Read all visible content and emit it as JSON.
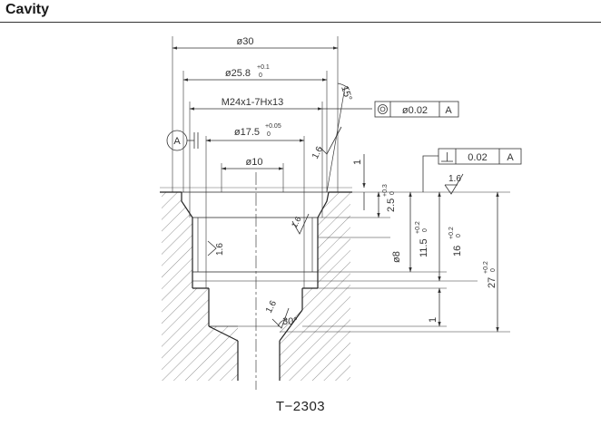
{
  "header": {
    "title": "Cavity"
  },
  "drawing": {
    "dims": {
      "d30": "ø30",
      "d25_8": "ø25.8",
      "d25_8_tol_upper": "+0.1",
      "d25_8_tol_lower": "0",
      "thread": "M24x1-7Hx13",
      "d17_5": "ø17.5",
      "d17_5_tol_upper": "+0.05",
      "d17_5_tol_lower": "0",
      "d10": "ø10",
      "d8": "ø8",
      "angle15": "15°",
      "angle30": "30°",
      "depth1_top": "1",
      "depth2_5": "2.5",
      "depth2_5_tol_upper": "+0.3",
      "depth2_5_tol_lower": "0",
      "depth11_5": "11.5",
      "depth11_5_tol_upper": "+0.2",
      "depth11_5_tol_lower": "0",
      "depth16": "16",
      "depth16_tol_upper": "+0.2",
      "depth16_tol_lower": "0",
      "depth27": "27",
      "depth27_tol_upper": "+0.2",
      "depth27_tol_lower": "0",
      "depth1_bottom": "1"
    },
    "surface_finish": {
      "top": "1.6",
      "bore": "1.6",
      "step": "1.6",
      "lower": "1.6",
      "face": "1.6"
    },
    "datum": {
      "label": "A"
    },
    "concentricity_fcf": {
      "tolerance": "ø0.02",
      "datum": "A"
    },
    "perpendicularity_fcf": {
      "tolerance": "0.02",
      "datum": "A"
    }
  },
  "caption": "T−2303"
}
